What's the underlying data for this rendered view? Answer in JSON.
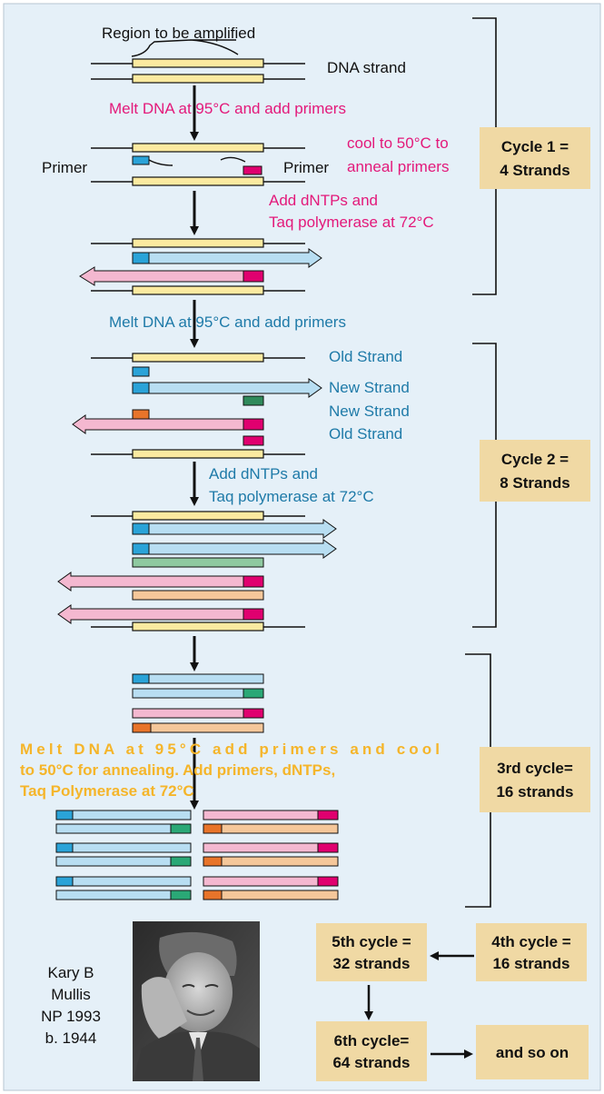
{
  "top": {
    "region_label": "Region to be amplified",
    "dna_strand": "DNA strand",
    "melt1": "Melt DNA at 95°C and add primers",
    "primer_left": "Primer",
    "primer_right": "Primer",
    "cool_line1": "cool to 50°C to",
    "cool_line2": "anneal primers",
    "add1_line1": "Add dNTPs and",
    "add1_line2": "Taq polymerase at 72°C"
  },
  "cycle1": {
    "line1": "Cycle 1 =",
    "line2": "4 Strands"
  },
  "mid": {
    "melt2": "Melt DNA at 95°C and add primers",
    "old_strand_1": "Old Strand",
    "new_strand_1": "New Strand",
    "new_strand_2": "New Strand",
    "old_strand_2": "Old  Strand",
    "add2_line1": "Add dNTPs and",
    "add2_line2": "Taq polymerase at 72°C"
  },
  "cycle2": {
    "line1": "Cycle 2 =",
    "line2": "8 Strands"
  },
  "third": {
    "line1": "Melt DNA at 95°C add primers and cool",
    "line2": "to 50°C for annealing. Add primers, dNTPs,",
    "line3": "Taq Polymerase at 72°C"
  },
  "cycle3": {
    "line1": "3rd cycle=",
    "line2": "16 strands"
  },
  "person": {
    "line1": "Kary B",
    "line2": "Mullis",
    "line3": "NP 1993",
    "line4": "b. 1944"
  },
  "boxes": {
    "c5_1": "5th cycle =",
    "c5_2": "32 strands",
    "c4_1": "4th cycle =",
    "c4_2": "16 strands",
    "c6_1": "6th cycle=",
    "c6_2": "64 strands",
    "soon": "and so on"
  },
  "colors": {
    "bg": "#e5f0f8",
    "tan": "#f0d9a4",
    "yellow": "#fbeaa0",
    "blue": "#b8def2",
    "pink": "#f4b8d0",
    "peach": "#f5c79a",
    "green": "#8ec9a0",
    "magenta": "#e0006f",
    "teal_text": "#1e7aa8",
    "orange_text": "#f5b52a"
  }
}
